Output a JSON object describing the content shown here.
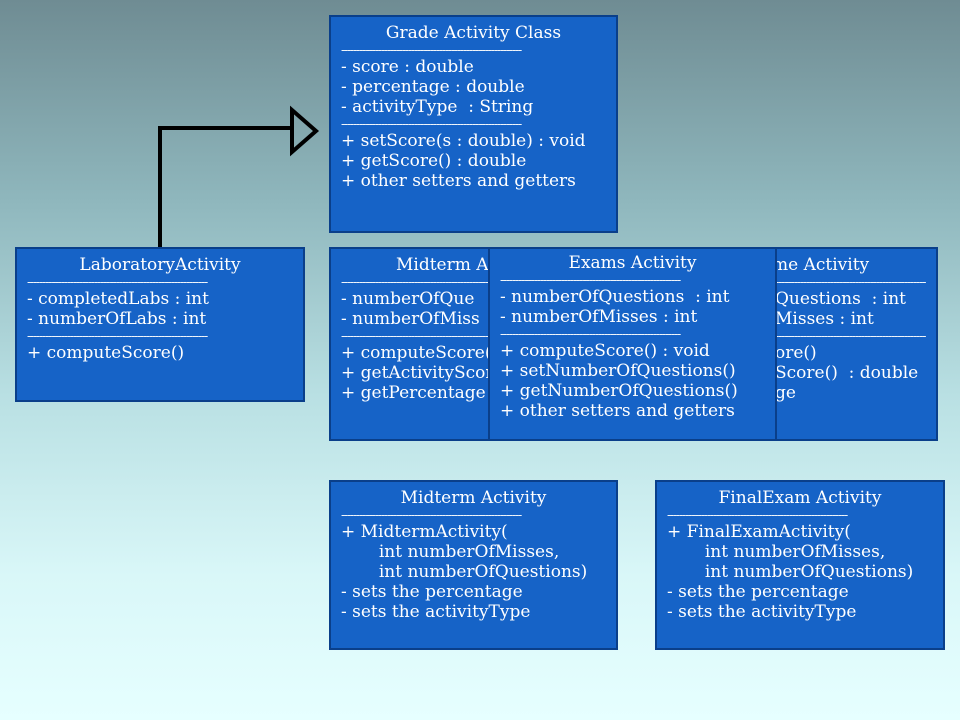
{
  "separator": "-----------------------------------------------------------",
  "grade_activity": {
    "title": "Grade Activity Class",
    "attributes": [
      "- score : double",
      "- percentage : double",
      "- activityType  : String"
    ],
    "methods": [
      "+ setScore(s : double) : void",
      "+ getScore() : double",
      "+ other setters and getters"
    ]
  },
  "laboratory_activity": {
    "title": "LaboratoryActivity",
    "attributes": [
      "- completedLabs : int",
      "- numberOfLabs : int"
    ],
    "methods": [
      "+ computeScore()"
    ]
  },
  "midterm_partial": {
    "title": "Midterm A",
    "attributes": [
      "- numberOfQue",
      "- numberOfMiss"
    ],
    "methods": [
      "+ computeScore(",
      "+ getActivityScor",
      "+ getPercentage"
    ]
  },
  "final_exam_partial": {
    "title": "me Activity",
    "attributes": [
      "Questions  : int",
      "Misses : int"
    ],
    "methods": [
      "ore()",
      "Score()  : double",
      "ge"
    ]
  },
  "exams_activity": {
    "title": "Exams Activity",
    "attributes": [
      "- numberOfQuestions  : int",
      "- numberOfMisses : int"
    ],
    "methods": [
      "+ computeScore() : void",
      "+ setNumberOfQuestions()",
      "+ getNumberOfQuestions()",
      "+ other setters and getters"
    ]
  },
  "midterm_activity": {
    "title": "Midterm Activity",
    "lines": [
      "+ MidtermActivity(",
      "       int numberOfMisses,",
      "       int numberOfQuestions)",
      "- sets the percentage",
      "- sets the activityType"
    ]
  },
  "finalexam_activity": {
    "title": "FinalExam Activity",
    "lines": [
      "+ FinalExamActivity(",
      "       int numberOfMisses,",
      "       int numberOfQuestions)",
      "- sets the percentage",
      "- sets the activityType"
    ]
  }
}
